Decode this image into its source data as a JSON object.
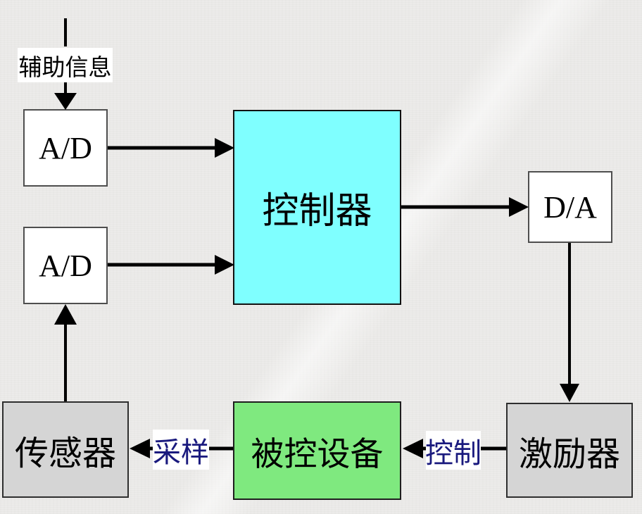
{
  "nodes": {
    "ad1": {
      "label": "A/D"
    },
    "ad2": {
      "label": "A/D"
    },
    "controller": {
      "label": "控制器"
    },
    "da": {
      "label": "D/A"
    },
    "sensor": {
      "label": "传感器"
    },
    "controlled_device": {
      "label": "被控设备"
    },
    "actuator": {
      "label": "激励器"
    }
  },
  "edge_labels": {
    "aux_info": "辅助信息",
    "sampling": "采样",
    "control": "控制"
  },
  "colors": {
    "background": "#ECEBE9",
    "controller_fill": "#7FFFFF",
    "controlled_device_fill": "#7FE97F",
    "sensor_fill": "#D5D5D5",
    "actuator_fill": "#D5D5D5",
    "converter_fill": "#FFFFFF",
    "edge_label_text": "#1A1A7E",
    "arrow": "#000000"
  }
}
